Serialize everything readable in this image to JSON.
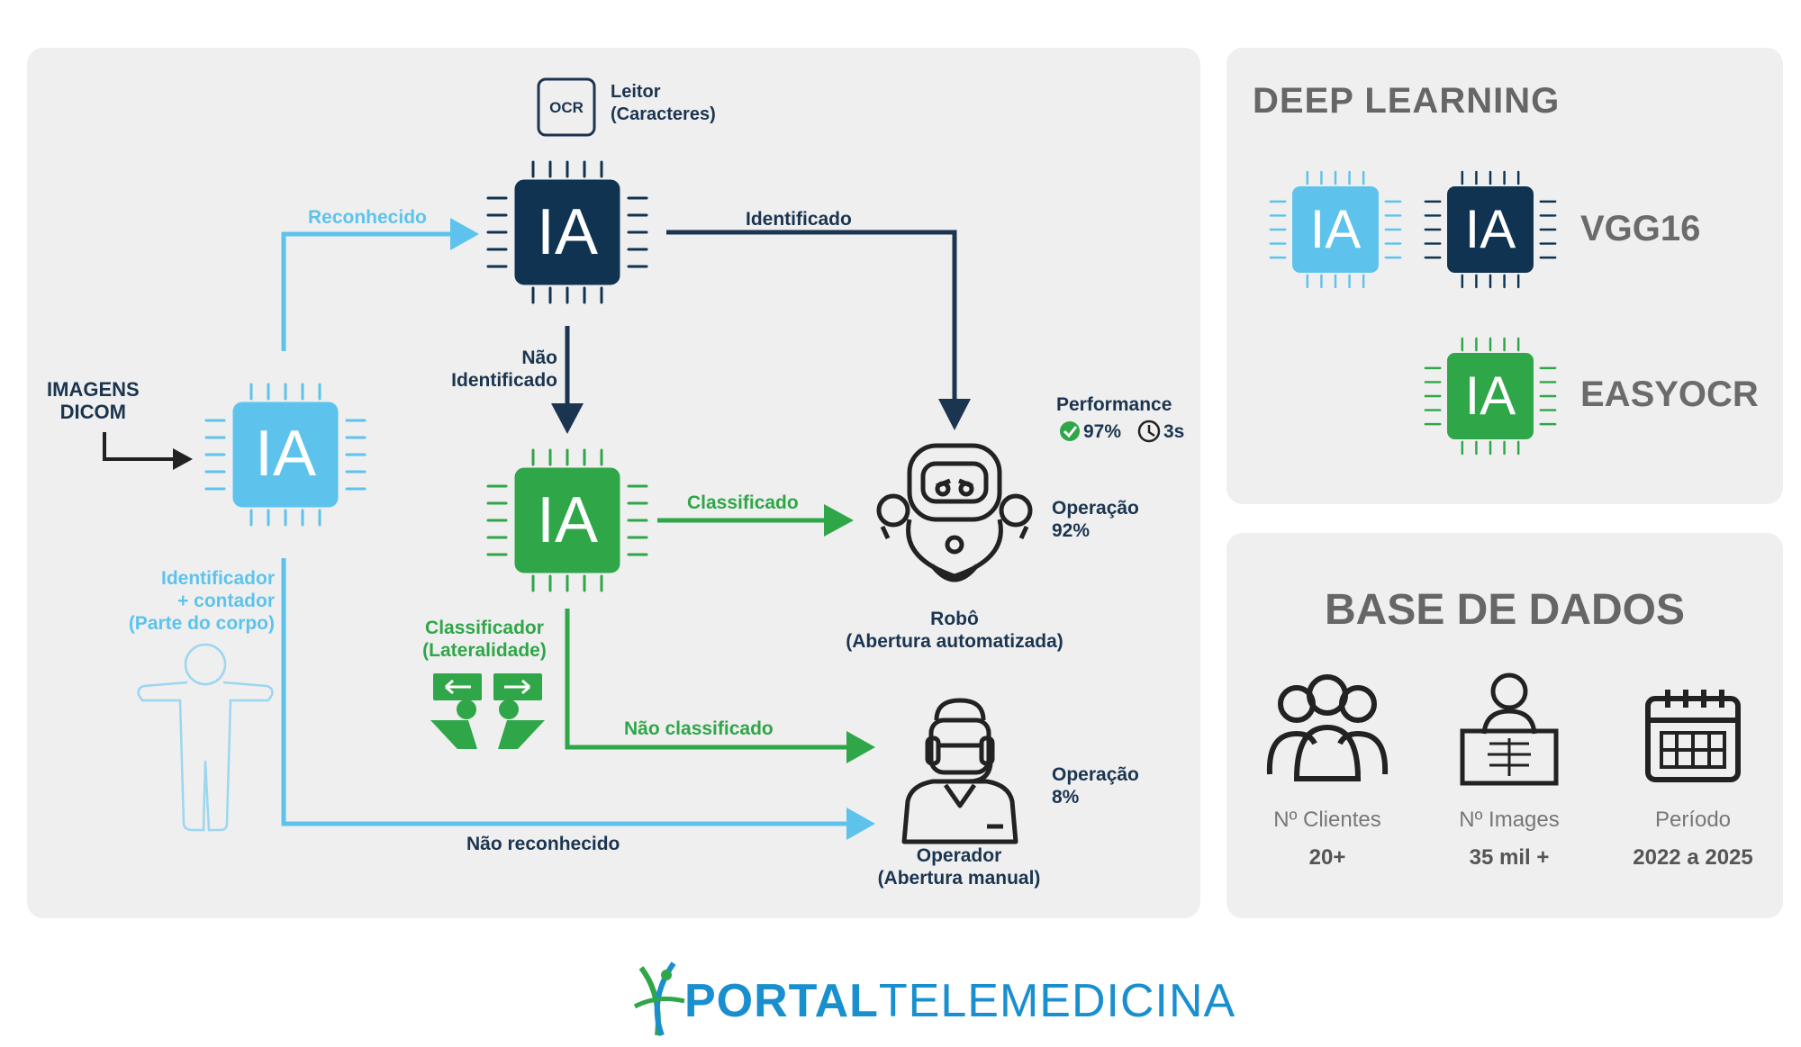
{
  "flow": {
    "input_label": [
      "IMAGENS",
      "DICOM"
    ],
    "ocr_badge": "OCR",
    "ocr_label": [
      "Leitor",
      "(Caracteres)"
    ],
    "chip_text": "IA",
    "reconhecido": "Reconhecido",
    "identificado": "Identificado",
    "nao_identificado": [
      "Não",
      "Identificado"
    ],
    "classificado": "Classificado",
    "classificador": [
      "Classificador",
      "(Lateralidade)"
    ],
    "nao_classificado": "Não classificado",
    "identificador": [
      "Identificador",
      "+ contador",
      "(Parte do corpo)"
    ],
    "nao_reconhecido": "Não reconhecido",
    "performance_label": "Performance",
    "performance_pct": "97%",
    "performance_time": "3s",
    "robo_op": [
      "Operação",
      "92%"
    ],
    "robo_label": [
      "Robô",
      "(Abertura automatizada)"
    ],
    "operador_op": [
      "Operação",
      "8%"
    ],
    "operador_label": [
      "Operador",
      "(Abertura manual)"
    ]
  },
  "deep_learning": {
    "title": "DEEP LEARNING",
    "chip_text": "IA",
    "models": [
      "VGG16",
      "EASYOCR"
    ]
  },
  "base_de_dados": {
    "title": "BASE DE DADOS",
    "stats": [
      {
        "label": "Nº Clientes",
        "value": "20+",
        "icon": "users-icon"
      },
      {
        "label": "Nº Images",
        "value": "35 mil +",
        "icon": "xray-icon"
      },
      {
        "label": "Período",
        "value": "2022 a 2025",
        "icon": "calendar-icon"
      }
    ]
  },
  "footer": {
    "brand_bold": "PORTAL",
    "brand_thin": "TELEMEDICINA"
  },
  "colors": {
    "dark": "#1b3550",
    "blue": "#5ec3ec",
    "green": "#2fa648",
    "panel": "#efefef"
  }
}
